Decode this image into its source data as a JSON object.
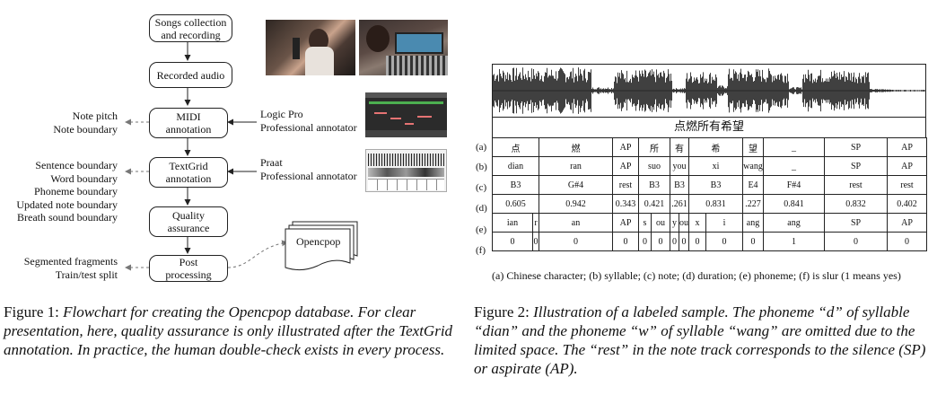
{
  "fig1": {
    "nodes": {
      "songs": "Songs collection\nand recording",
      "recorded": "Recorded audio",
      "midi": "MIDI\nannotation",
      "textgrid": "TextGrid\nannotation",
      "quality": "Quality\nassurance",
      "post": "Post\nprocessing",
      "opencpop": "Opencpop"
    },
    "left_labels": {
      "midi": [
        "Note pitch",
        "Note boundary"
      ],
      "textgrid": [
        "Sentence boundary",
        "Word boundary",
        "Phoneme boundary",
        "Updated note boundary",
        "Breath sound boundary"
      ],
      "post": [
        "Segmented fragments",
        "Train/test split"
      ]
    },
    "right_labels": {
      "logic": [
        "Logic Pro",
        "Professional annotator"
      ],
      "praat": [
        "Praat",
        "Professional annotator"
      ]
    },
    "caption_prefix": "Figure 1:",
    "caption_body": "Flowchart for creating the Opencpop database. For clear presentation, here, quality assurance is only illustrated after the TextGrid annotation. In practice, the human double-check exists in every process."
  },
  "fig2": {
    "title": "点燃所有希望",
    "row_labels": [
      "(a)",
      "(b)",
      "(c)",
      "(d)",
      "(e)",
      "(f)"
    ],
    "rows_a_to_d": [
      [
        "点",
        "燃",
        "AP",
        "所",
        "有",
        "希",
        "望",
        "_",
        "SP",
        "AP"
      ],
      [
        "dian",
        "ran",
        "AP",
        "suo",
        "you",
        "xi",
        "wang",
        "_",
        "SP",
        "AP"
      ],
      [
        "B3",
        "G#4",
        "rest",
        "B3",
        "B3",
        "B3",
        "E4",
        "F#4",
        "rest",
        "rest"
      ],
      [
        "0.605",
        "0.942",
        "0.343",
        "0.421",
        ".261",
        "0.831",
        ".227",
        "0.841",
        "0.832",
        "0.402"
      ]
    ],
    "row_e": [
      "ian",
      "r",
      "an",
      "AP",
      "s",
      "ou",
      "y",
      "ou",
      "x",
      "i",
      "ang",
      "ang",
      "SP",
      "AP"
    ],
    "row_f": [
      "0",
      "0",
      "0",
      "0",
      "0",
      "0",
      "0",
      "0",
      "0",
      "0",
      "0",
      "1",
      "0",
      "0"
    ],
    "legend": "(a) Chinese character;  (b) syllable;  (c) note;  (d) duration;  (e) phoneme;  (f) is slur  (1 means yes)",
    "caption_prefix": "Figure 2:",
    "caption_body": "Illustration of a labeled sample. The phoneme “d” of syllable “dian” and the phoneme “w” of syllable “wang” are omitted due to the limited space. The “rest” in the note track corresponds to the silence (SP) or aspirate (AP)."
  }
}
